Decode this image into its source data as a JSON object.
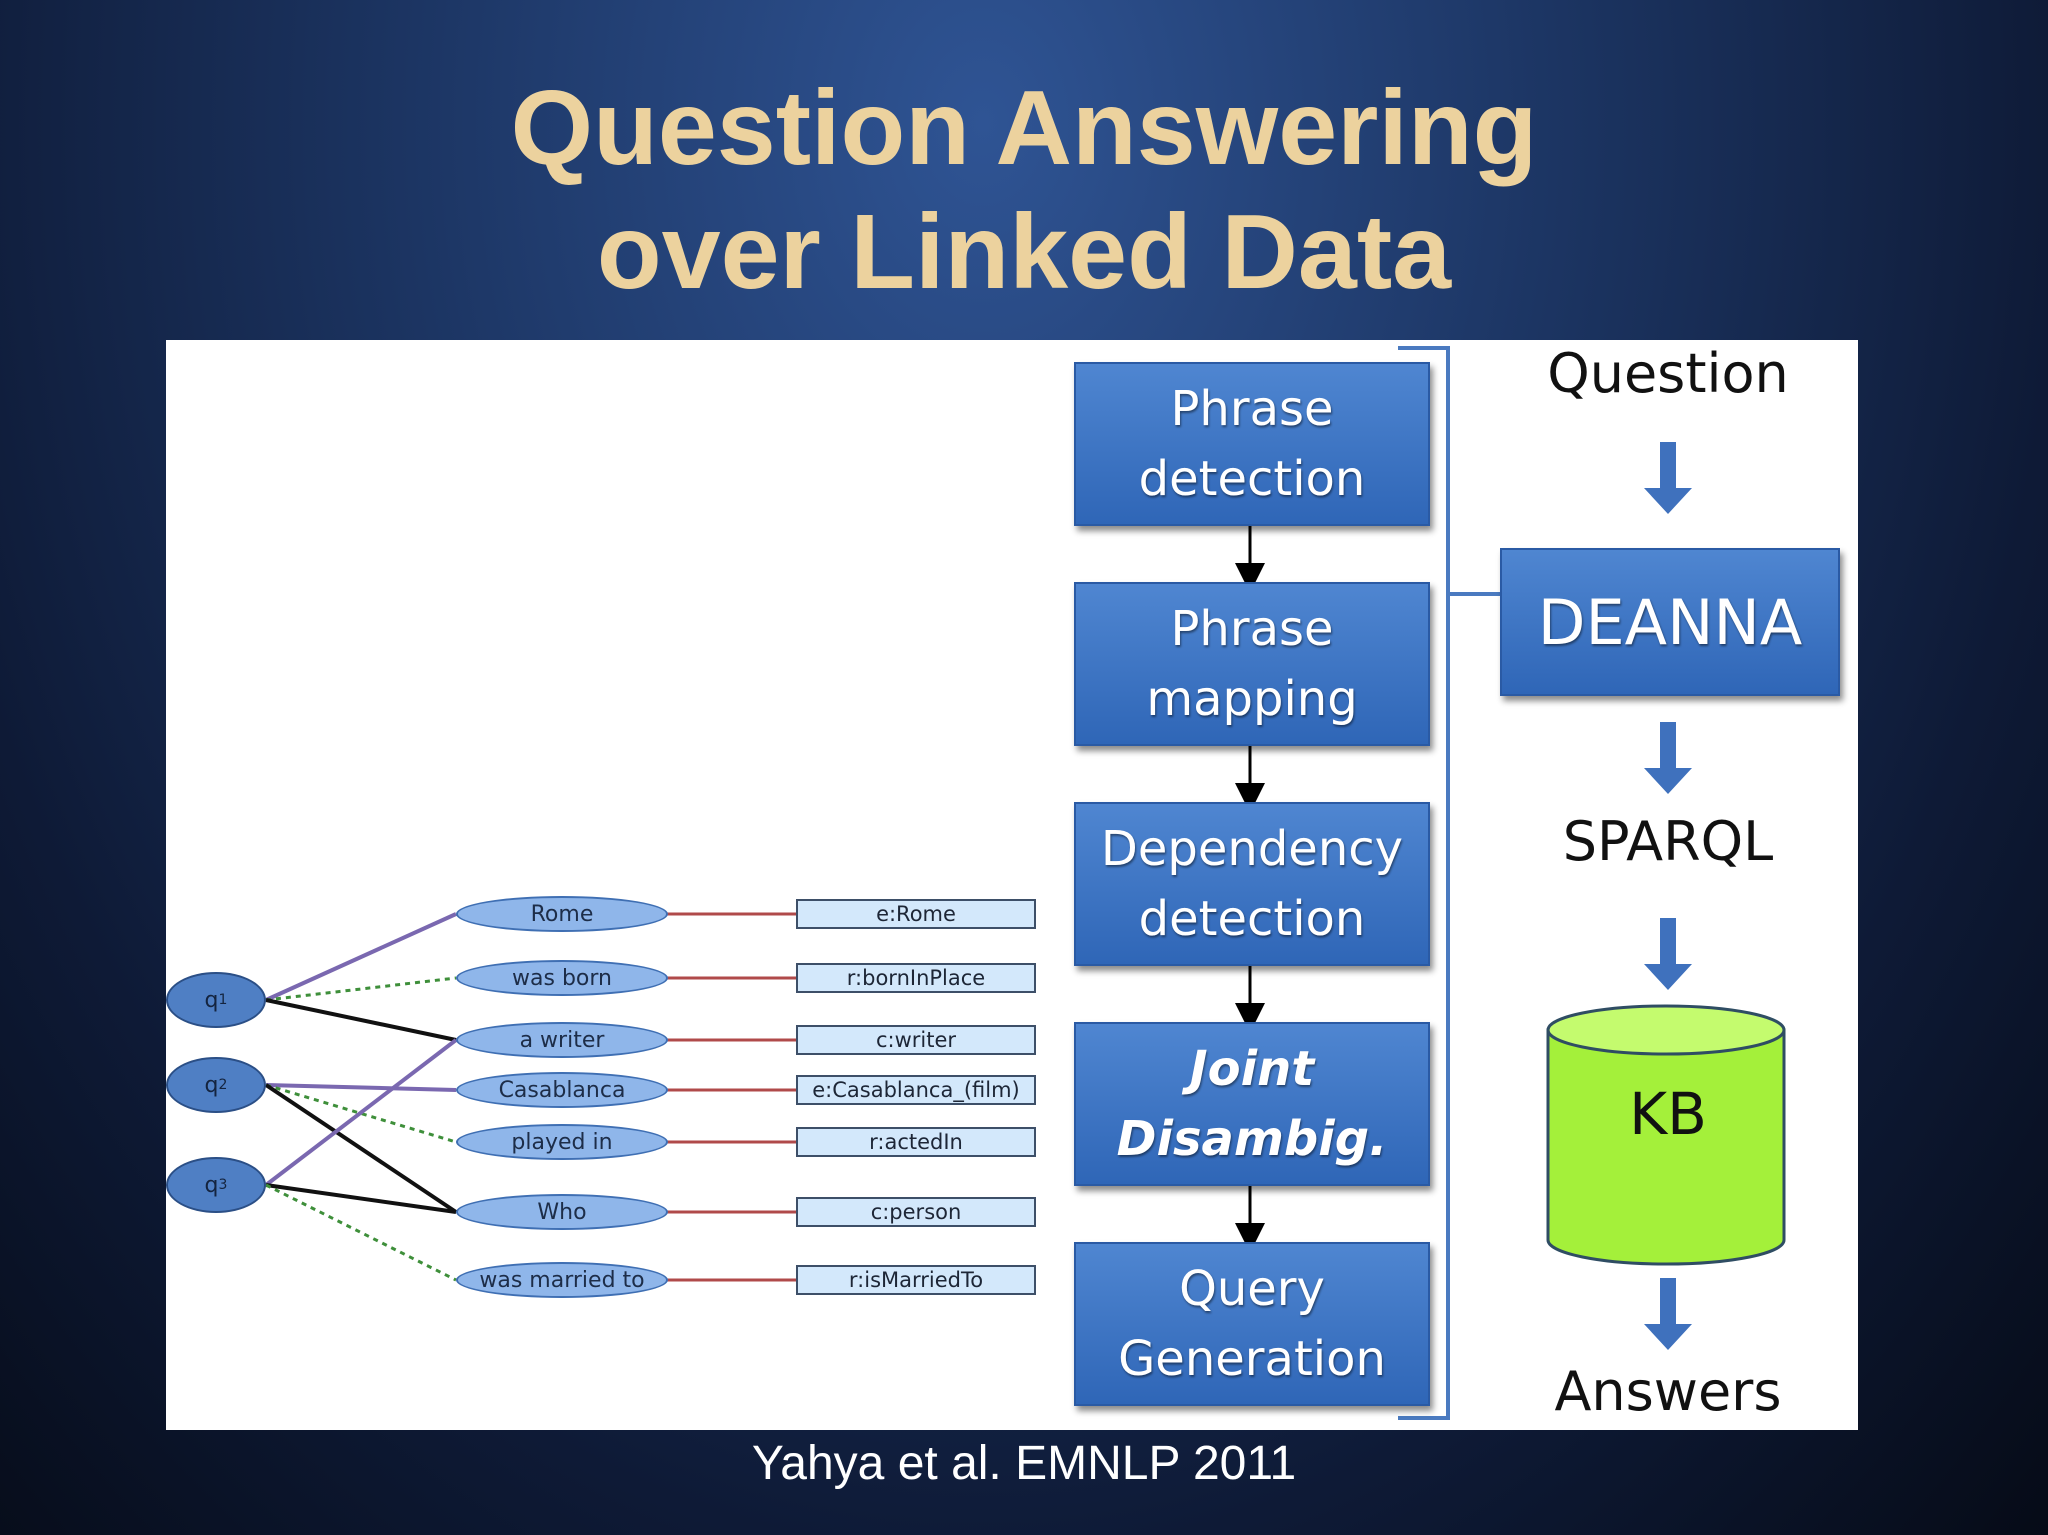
{
  "slide": {
    "title_line1": "Question Answering",
    "title_line2": "over Linked Data",
    "citation": "Yahya et al. EMNLP 2011"
  },
  "pipeline": {
    "stages": [
      {
        "line1": "Phrase",
        "line2": "detection"
      },
      {
        "line1": "Phrase",
        "line2": "mapping"
      },
      {
        "line1": "Dependency",
        "line2": "detection"
      },
      {
        "line1": "Joint",
        "line2": "Disambig."
      },
      {
        "line1": "Query",
        "line2": "Generation"
      }
    ],
    "stage_color": "#3a72c4"
  },
  "flow": {
    "question": "Question",
    "system": "DEANNA",
    "sparql": "SPARQL",
    "kb": "KB",
    "answers": "Answers",
    "kb_color": "#a4f03a"
  },
  "graph": {
    "questions": [
      {
        "label": "q",
        "index": "1"
      },
      {
        "label": "q",
        "index": "2"
      },
      {
        "label": "q",
        "index": "3"
      }
    ],
    "phrases": [
      "Rome",
      "was born",
      "a writer",
      "Casablanca",
      "played in",
      "Who",
      "was married to"
    ],
    "entities": [
      "e:Rome",
      "r:bornInPlace",
      "c:writer",
      "e:Casablanca_(film)",
      "r:actedIn",
      "c:person",
      "r:isMarriedTo"
    ]
  }
}
